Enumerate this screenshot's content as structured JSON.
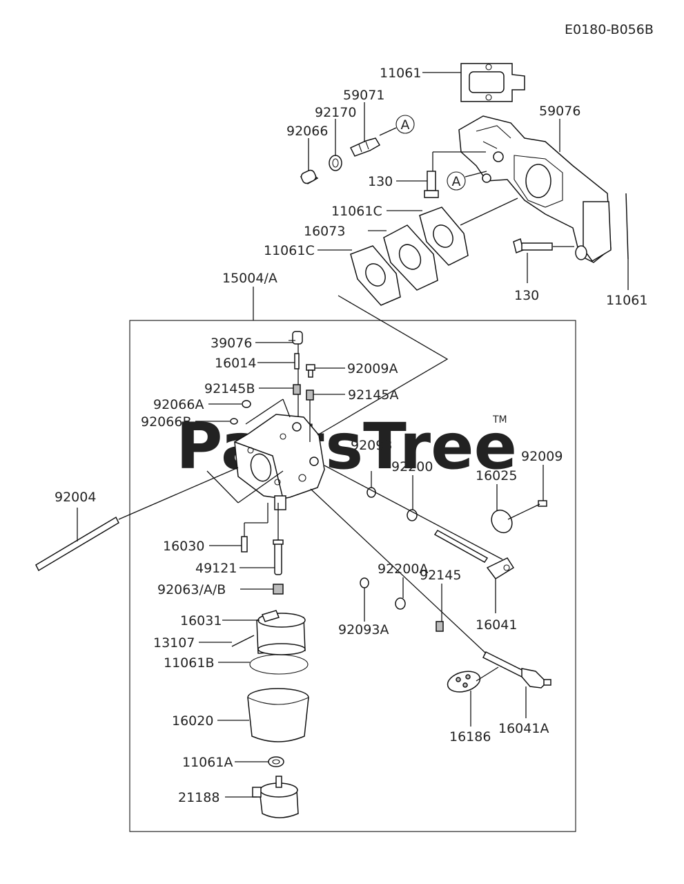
{
  "diagram_code": "E0180-B056B",
  "watermark": "PartsTree",
  "trademark": "TM",
  "callout_letter": "A",
  "labels": {
    "p11061_top": "11061",
    "p59071": "59071",
    "p92170": "92170",
    "p92066": "92066",
    "p59076": "59076",
    "p130_a": "130",
    "p11061c_1": "11061C",
    "p16073": "16073",
    "p11061c_2": "11061C",
    "p130_b": "130",
    "p11061_right": "11061",
    "p15004a": "15004/A",
    "p39076": "39076",
    "p16014": "16014",
    "p92009a": "92009A",
    "p92145b": "92145B",
    "p92145a": "92145A",
    "p92066a": "92066A",
    "p92066b": "92066B",
    "p92093": "92093",
    "p92200": "92200",
    "p92009": "92009",
    "p16025": "16025",
    "p92004": "92004",
    "p16030": "16030",
    "p49121": "49121",
    "p92063": "92063/A/B",
    "p92200a": "92200A",
    "p92145": "92145",
    "p16041": "16041",
    "p92093a": "92093A",
    "p16031": "16031",
    "p13107": "13107",
    "p11061b": "11061B",
    "p16186": "16186",
    "p16041a": "16041A",
    "p16020": "16020",
    "p11061a": "11061A",
    "p21188": "21188"
  }
}
